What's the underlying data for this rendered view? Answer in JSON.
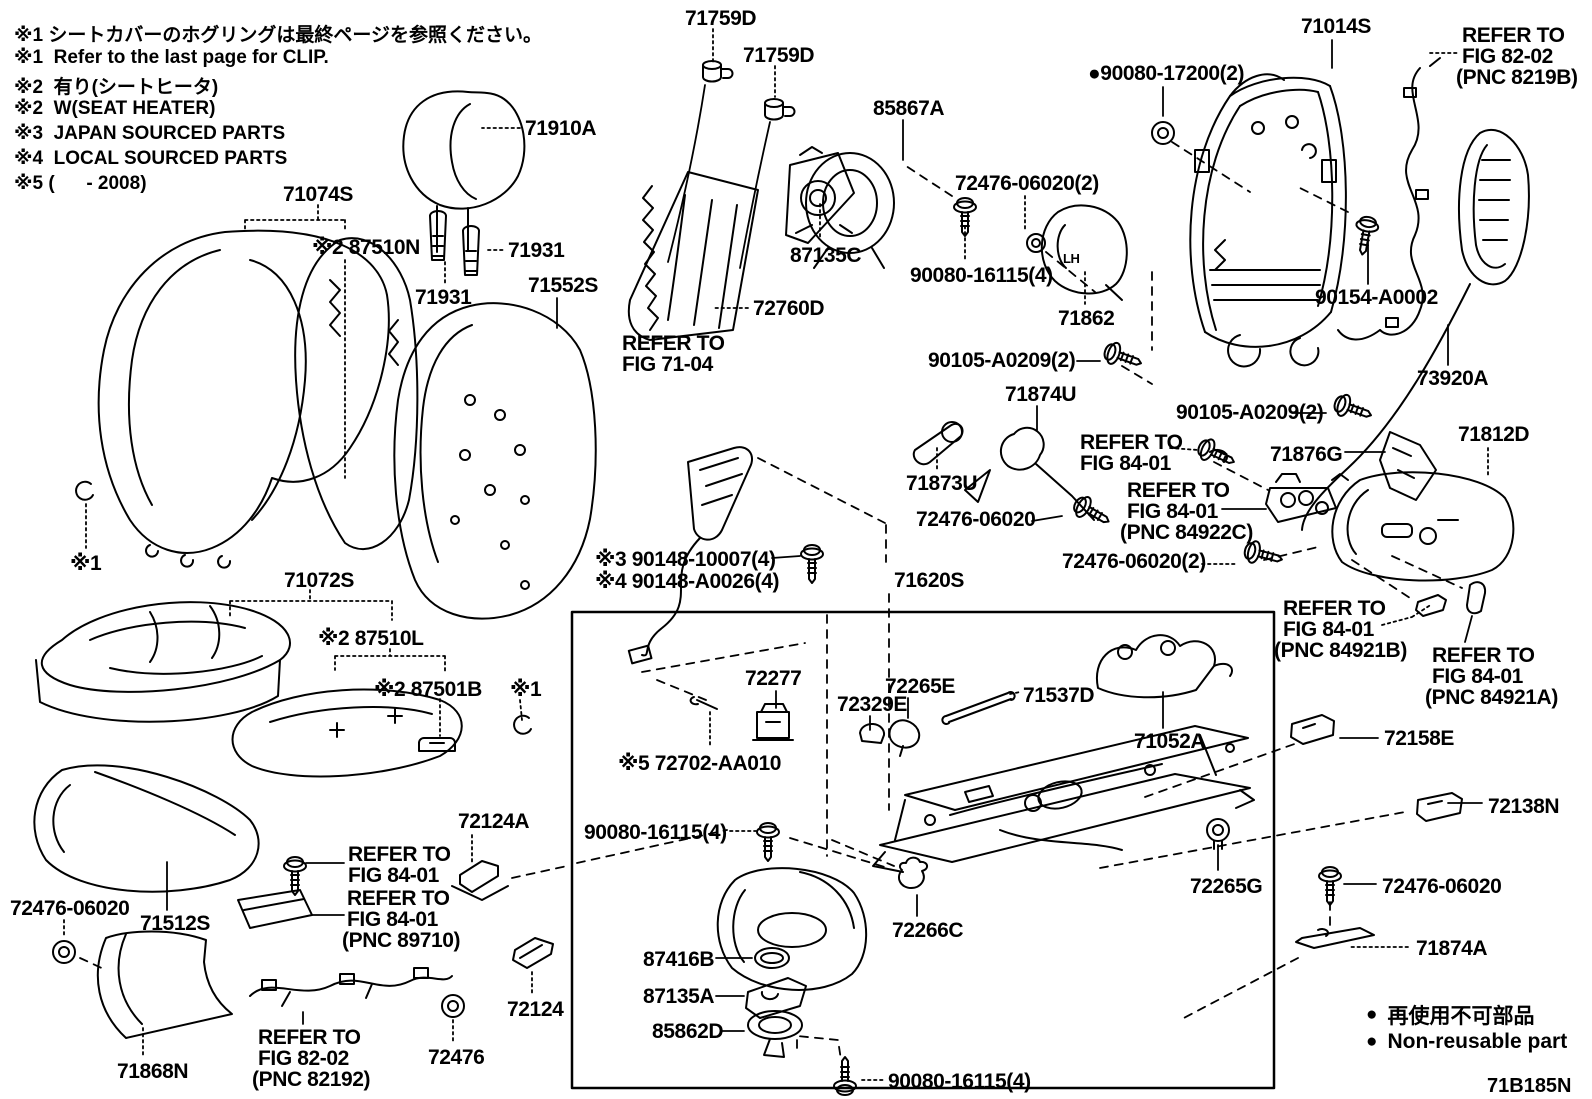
{
  "title": "Seat & seat track parts diagram",
  "drawing_code": "71B185N",
  "colors": {
    "ink": "#000000",
    "background": "#ffffff"
  },
  "notes": [
    "※1 シートカバーのホグリングは最終ページを参照ください。",
    "※1  Refer to the last page for CLIP.",
    "※2  有り(シートヒータ)",
    "※2  W(SEAT HEATER)",
    "※3  JAPAN SOURCED PARTS",
    "※4  LOCAL SOURCED PARTS",
    "※5 (      - 2008)"
  ],
  "legend": {
    "bullet": "●",
    "jp": "再使用不可部品",
    "en": "Non-reusable part"
  },
  "labels": [
    {
      "text": "71759D"
    },
    {
      "text": "71759D"
    },
    {
      "text": "85867A"
    },
    {
      "text": "71014S"
    },
    {
      "text": "REFER TO"
    },
    {
      "text": "FIG 82-02"
    },
    {
      "text": "(PNC 8219B)"
    },
    {
      "text": "●90080-17200(2)"
    },
    {
      "text": "71910A"
    },
    {
      "text": "71074S"
    },
    {
      "text": "※2 87510N"
    },
    {
      "text": "71931"
    },
    {
      "text": "71931"
    },
    {
      "text": "71552S"
    },
    {
      "text": "87135C"
    },
    {
      "text": "72760D"
    },
    {
      "text": "REFER TO"
    },
    {
      "text": "FIG 71-04"
    },
    {
      "text": "72476-06020(2)"
    },
    {
      "text": "90080-16115(4)"
    },
    {
      "text": "71862"
    },
    {
      "text": "90105-A0209(2)"
    },
    {
      "text": "90154-A0002"
    },
    {
      "text": "73920A"
    },
    {
      "text": "90105-A0209(2)"
    },
    {
      "text": "71874U"
    },
    {
      "text": "REFER TO"
    },
    {
      "text": "FIG 84-01"
    },
    {
      "text": "71873U"
    },
    {
      "text": "72476-06020"
    },
    {
      "text": "REFER TO"
    },
    {
      "text": "FIG 84-01"
    },
    {
      "text": "(PNC 84922C)"
    },
    {
      "text": "71876G"
    },
    {
      "text": "71812D"
    },
    {
      "text": "72476-06020(2)"
    },
    {
      "text": "REFER TO"
    },
    {
      "text": "FIG 84-01"
    },
    {
      "text": "(PNC 84921B)"
    },
    {
      "text": "REFER TO"
    },
    {
      "text": "FIG 84-01"
    },
    {
      "text": "(PNC 84921A)"
    },
    {
      "text": "※3 90148-10007(4)"
    },
    {
      "text": "※4 90148-A0026(4)"
    },
    {
      "text": "71620S"
    },
    {
      "text": "※1"
    },
    {
      "text": "71072S"
    },
    {
      "text": "※2 87510L"
    },
    {
      "text": "※2 87501B"
    },
    {
      "text": "※1"
    },
    {
      "text": "72277"
    },
    {
      "text": "72329E"
    },
    {
      "text": "72265E"
    },
    {
      "text": "71537D"
    },
    {
      "text": "71052A"
    },
    {
      "text": "※5 72702-AA010"
    },
    {
      "text": "90080-16115(4)"
    },
    {
      "text": "72158E"
    },
    {
      "text": "72138N"
    },
    {
      "text": "72265G"
    },
    {
      "text": "72476-06020"
    },
    {
      "text": "71874A"
    },
    {
      "text": "72266C"
    },
    {
      "text": "87416B"
    },
    {
      "text": "87135A"
    },
    {
      "text": "85862D"
    },
    {
      "text": "90080-16115(4)"
    },
    {
      "text": "72124"
    },
    {
      "text": "72124A"
    },
    {
      "text": "REFER TO"
    },
    {
      "text": "FIG 84-01"
    },
    {
      "text": "REFER TO"
    },
    {
      "text": "FIG 84-01"
    },
    {
      "text": "(PNC 89710)"
    },
    {
      "text": "72476-06020"
    },
    {
      "text": "71512S"
    },
    {
      "text": "71868N"
    },
    {
      "text": "REFER TO"
    },
    {
      "text": "FIG 82-02"
    },
    {
      "text": "(PNC 82192)"
    },
    {
      "text": "72476"
    },
    {
      "text": "LH"
    }
  ]
}
